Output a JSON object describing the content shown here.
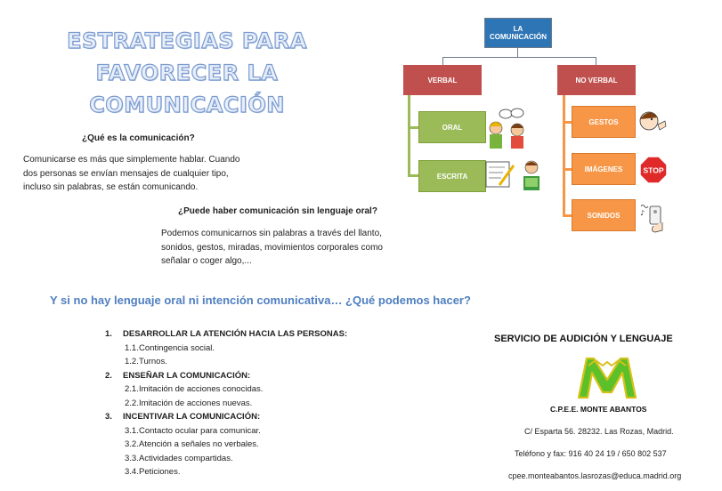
{
  "title": {
    "line1": "ESTRATEGIAS PARA",
    "line2": "FAVORECER LA",
    "line3": "COMUNICACIÓN"
  },
  "section1": {
    "question": "¿Qué es la comunicación?",
    "answer_lines": [
      "Comunicarse es más que simplemente hablar. Cuando",
      "dos personas se envían mensajes de cualquier tipo,",
      "incluso sin palabras, se están comunicando."
    ]
  },
  "section2": {
    "question": "¿Puede haber comunicación sin lenguaje oral?",
    "answer_lines": [
      "Podemos comunicarnos sin palabras a través del llanto,",
      "sonidos, gestos, miradas, movimientos corporales como",
      "señalar o coger algo,..."
    ]
  },
  "subheading": "Y si no hay lenguaje oral ni intención comunicativa…  ¿Qué podemos hacer?",
  "strategies": [
    {
      "num": "1.",
      "label": "DESARROLLAR LA ATENCIÓN HACIA LAS PERSONAS:",
      "items": [
        {
          "num": "1.1.",
          "label": "Contingencia social."
        },
        {
          "num": "1.2.",
          "label": "Turnos."
        }
      ]
    },
    {
      "num": "2.",
      "label": "ENSEÑAR LA COMUNICACIÓN:",
      "items": [
        {
          "num": "2.1.",
          "label": "Imitación de acciones conocidas."
        },
        {
          "num": "2.2.",
          "label": "Imitación de acciones nuevas."
        }
      ]
    },
    {
      "num": "3.",
      "label": "INCENTIVAR LA COMUNICACIÓN:",
      "items": [
        {
          "num": "3.1.",
          "label": "Contacto ocular para comunicar."
        },
        {
          "num": "3.2.",
          "label": "Atención a señales no verbales."
        },
        {
          "num": "3.3.",
          "label": "Actividades compartidas."
        },
        {
          "num": "3.4.",
          "label": "Peticiones."
        }
      ]
    }
  ],
  "diagram": {
    "root_line1": "LA",
    "root_line2": "COMUNICACIÓN",
    "verbal": "VERBAL",
    "no_verbal": "NO VERBAL",
    "oral": "ORAL",
    "escrita": "ESCRITA",
    "gestos": "GESTOS",
    "imagenes": "IMÁGENES",
    "sonidos": "SONIDOS",
    "stop_sign": "STOP",
    "colors": {
      "root": "#2e75b6",
      "branch": "#c0504d",
      "verbal_leaf": "#9bbb59",
      "nonverbal_leaf": "#f79646"
    }
  },
  "service": {
    "name": "SERVICIO DE AUDICIÓN Y LENGUAJE",
    "logo_icon": "m-logo-icon",
    "school": "C.P.E.E. MONTE ABANTOS",
    "address": "C/ Esparta 56. 28232. Las Rozas, Madrid.",
    "phone": "Teléfono y fax: 916 40 24 19 / 650 802 537",
    "email": "cpee.monteabantos.lasrozas@educa.madrid.org"
  }
}
